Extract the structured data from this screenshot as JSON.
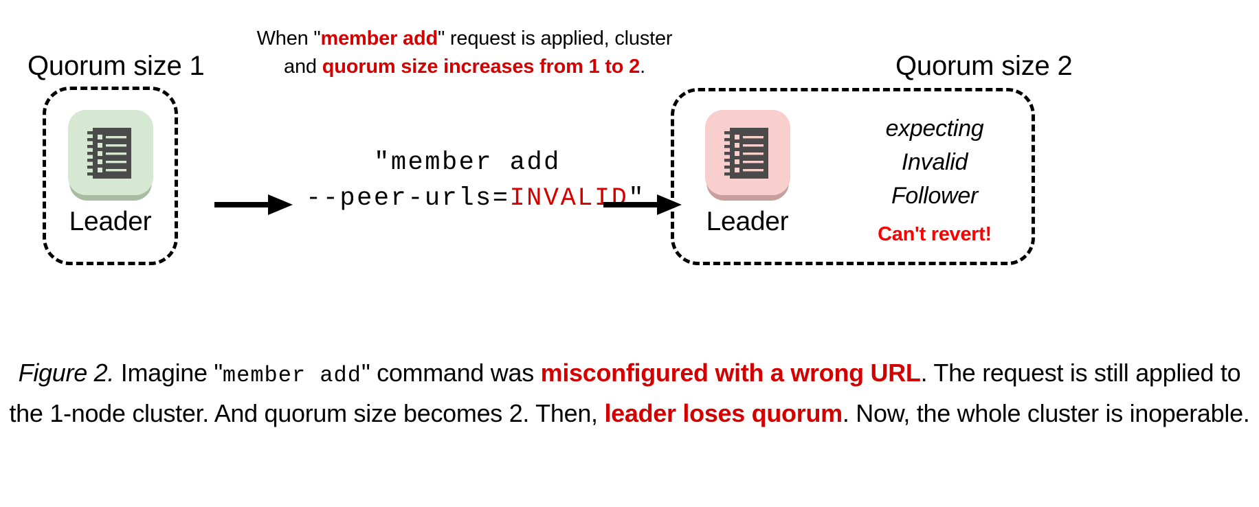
{
  "figure": {
    "left_heading": "Quorum size 1",
    "right_heading": "Quorum size 2",
    "top_note": {
      "seg1": "When \"",
      "seg2_red_bold": "member add",
      "seg3": "\" request is applied, cluster and ",
      "seg4_red_bold": "quorum size increases from 1 to 2",
      "seg5": "."
    },
    "command": {
      "line1": "\"member add",
      "line2_prefix": "--peer-urls=",
      "line2_red": "INVALID",
      "line2_suffix": "\""
    },
    "left_node": {
      "label": "Leader",
      "icon": "server-log-icon",
      "tile_color": "#D6E8D2",
      "tile_shadow": "#A8BCA2"
    },
    "right_node": {
      "label": "Leader",
      "icon": "server-log-icon",
      "tile_color": "#F8CFCC",
      "tile_shadow": "#C7A09D"
    },
    "status": {
      "line1": "expecting",
      "line2": "Invalid",
      "line3": "Follower",
      "warning": "Can't revert!",
      "warning_color": "#FF0000"
    },
    "arrows": {
      "arrow1": "arrow-right",
      "arrow2": "arrow-right"
    },
    "caption": {
      "label": "Figure 2.",
      "t1": " Imagine \"",
      "t2_mono": "member add",
      "t3": "\" command was ",
      "t4_red_bold": "misconfigured with a wrong URL",
      "t5": ". The request is still applied to the 1-node cluster. And quorum size becomes 2. Then, ",
      "t6_red_bold": "leader loses quorum",
      "t7": ". Now, the whole cluster is inoperable."
    },
    "colors": {
      "accent_red": "#D40000",
      "bright_red": "#FF0000",
      "icon_dark": "#4A4A4A"
    }
  }
}
